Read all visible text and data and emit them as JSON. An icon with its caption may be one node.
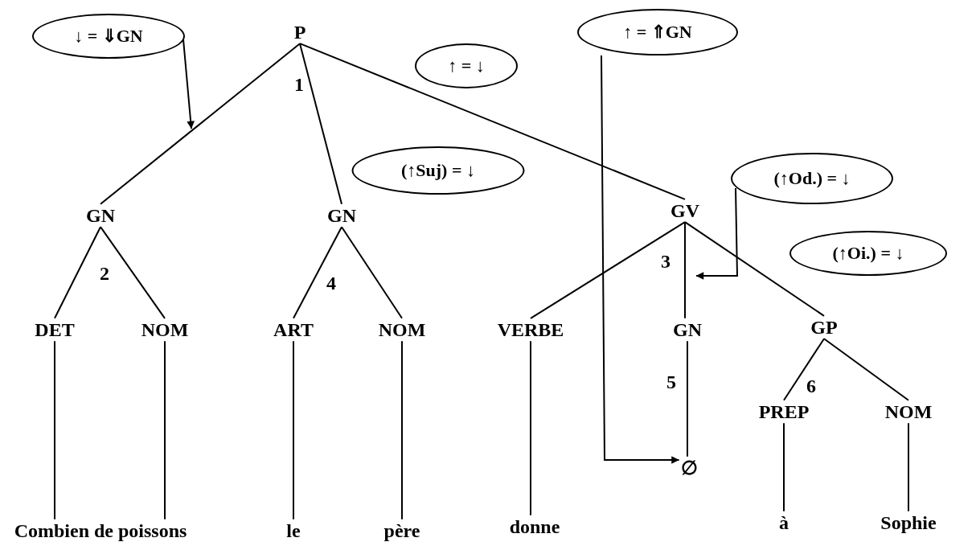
{
  "diagram": {
    "nodes": [
      {
        "text": [
          "↓ = ⇓GN"
        ]
      },
      {
        "text": [
          "P"
        ]
      },
      {
        "text": [
          "↑ = ⇑GN"
        ]
      },
      {
        "text": [
          "↑ = ↓"
        ]
      },
      {
        "text": [
          "(↑Suj) = ↓"
        ]
      },
      {
        "text": [
          "GN"
        ]
      },
      {
        "text": [
          "GN"
        ]
      },
      {
        "text": [
          "GV"
        ]
      },
      {
        "text": [
          "(↑Od.) = ↓"
        ]
      },
      {
        "text": [
          "(↑Oi.) = ↓"
        ]
      },
      {
        "text": [
          "DET"
        ]
      },
      {
        "text": [
          "NOM"
        ]
      },
      {
        "text": [
          "ART"
        ]
      },
      {
        "text": [
          "NOM"
        ]
      },
      {
        "text": [
          "VERBE"
        ]
      },
      {
        "text": [
          "GN"
        ]
      },
      {
        "text": [
          "GP"
        ]
      },
      {
        "text": [
          "∅"
        ]
      },
      {
        "text": [
          "PREP"
        ]
      },
      {
        "text": [
          "NOM"
        ]
      },
      {
        "text": [
          "Combien de poissons"
        ]
      },
      {
        "text": [
          "le"
        ]
      },
      {
        "text": [
          "père"
        ]
      },
      {
        "text": [
          "donne"
        ]
      },
      {
        "text": [
          "à"
        ]
      },
      {
        "text": [
          "Sophie"
        ]
      }
    ],
    "edges": [
      {
        "from": 0,
        "to": null,
        "arrow": "to"
      },
      {
        "from": 1,
        "to": 5,
        "arrow": "none"
      },
      {
        "from": 1,
        "to": 6,
        "arrow": "none"
      },
      {
        "from": 1,
        "to": 7,
        "arrow": "none"
      },
      {
        "from": 2,
        "to": 17,
        "arrow": "to"
      },
      {
        "from": 5,
        "to": 10,
        "arrow": "none"
      },
      {
        "from": 5,
        "to": 11,
        "arrow": "none"
      },
      {
        "from": 6,
        "to": 12,
        "arrow": "none"
      },
      {
        "from": 6,
        "to": 13,
        "arrow": "none"
      },
      {
        "from": 7,
        "to": 14,
        "arrow": "none"
      },
      {
        "from": 7,
        "to": 15,
        "arrow": "none"
      },
      {
        "from": 7,
        "to": 16,
        "arrow": "none"
      },
      {
        "from": 8,
        "to": null,
        "arrow": "to"
      },
      {
        "from": 16,
        "to": 18,
        "arrow": "none"
      },
      {
        "from": 16,
        "to": 19,
        "arrow": "none"
      },
      {
        "from": 15,
        "to": 17,
        "arrow": "none"
      },
      {
        "from": 10,
        "to": 20,
        "arrow": "none"
      },
      {
        "from": 11,
        "to": 20,
        "arrow": "none"
      },
      {
        "from": 12,
        "to": 21,
        "arrow": "none"
      },
      {
        "from": 13,
        "to": 22,
        "arrow": "none"
      },
      {
        "from": 14,
        "to": 23,
        "arrow": "none"
      },
      {
        "from": 18,
        "to": 24,
        "arrow": "none"
      },
      {
        "from": 19,
        "to": 25,
        "arrow": "none"
      }
    ],
    "labels": [
      "1",
      "2",
      "4",
      "3",
      "5",
      "6"
    ]
  }
}
